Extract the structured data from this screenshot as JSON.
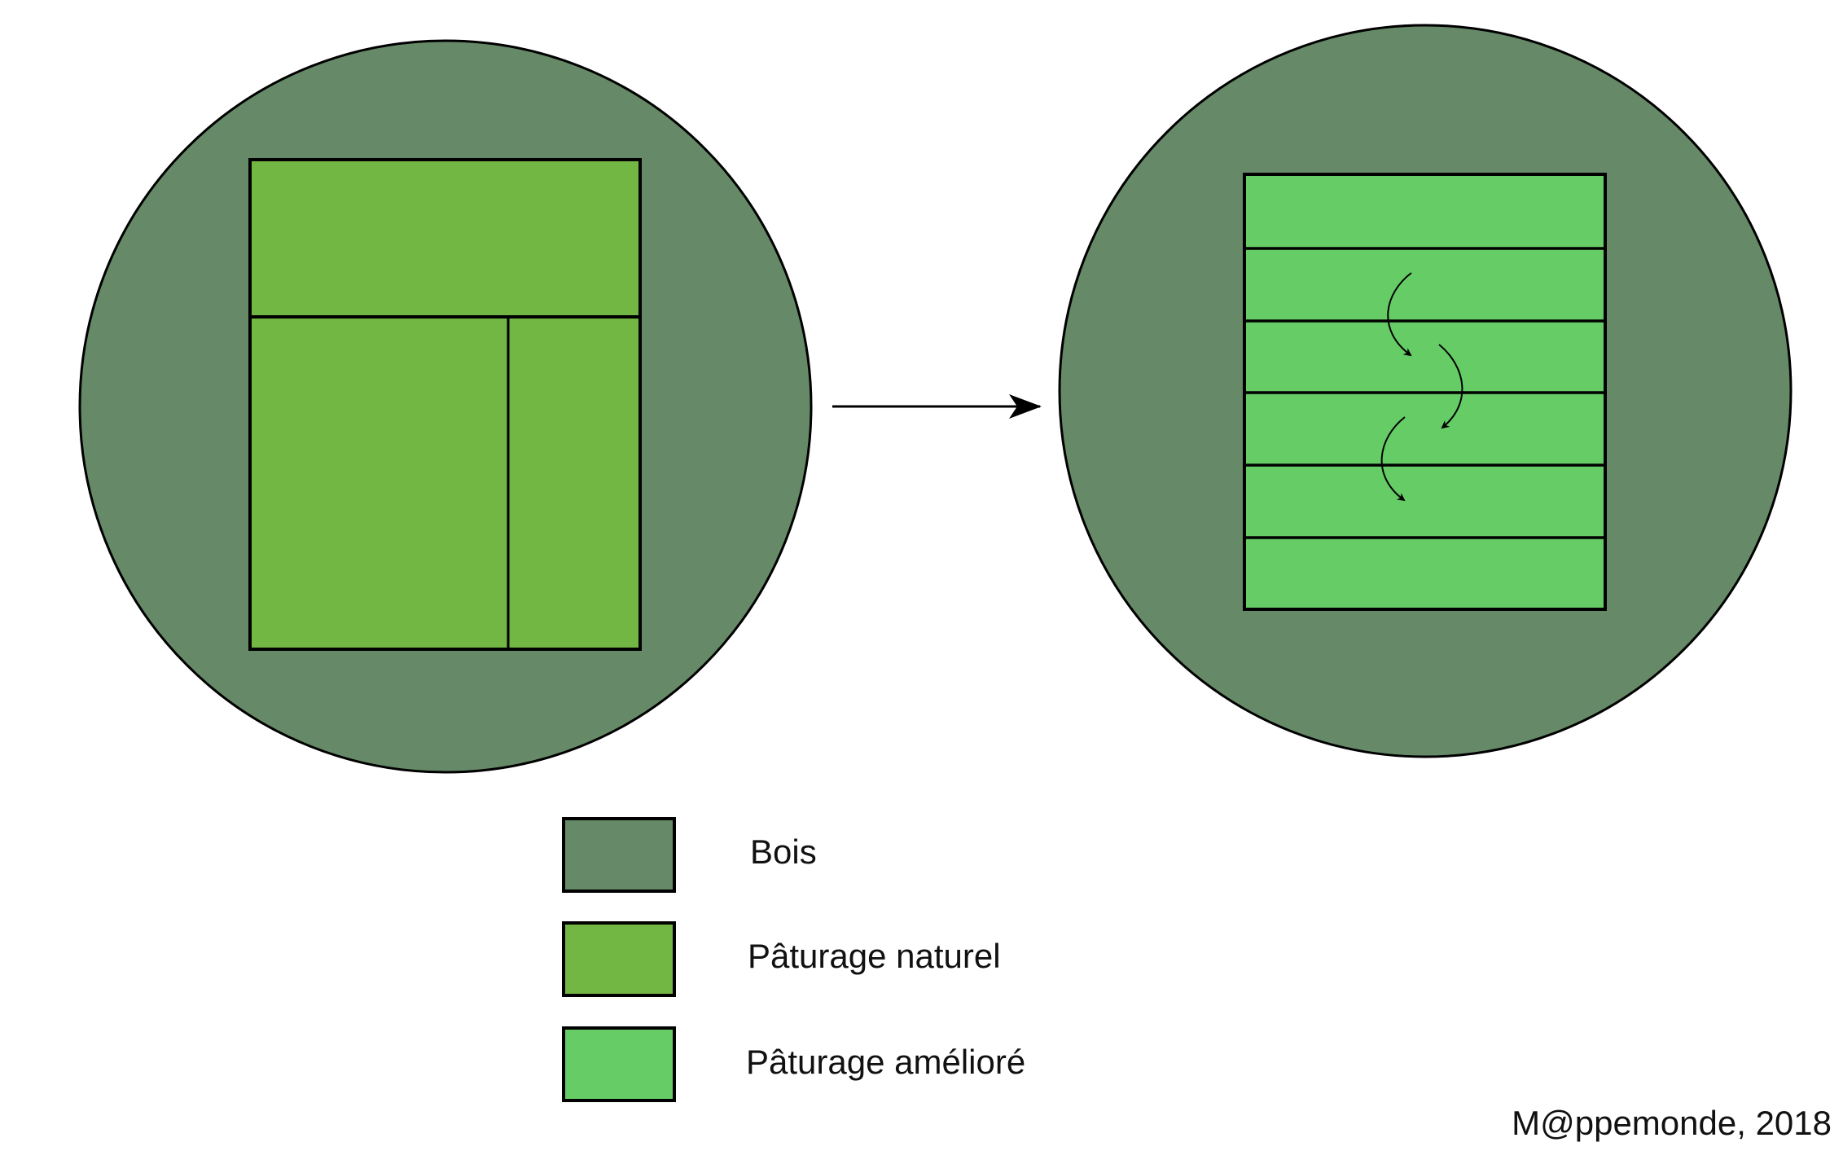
{
  "colors": {
    "bois": "#668a68",
    "paturage_naturel": "#72b644",
    "paturage_ameliore": "#66cc66",
    "stroke": "#000000"
  },
  "diagram": {
    "before": {
      "zone": "bois",
      "parcels": 3,
      "parcel_type": "paturage_naturel"
    },
    "after": {
      "zone": "bois",
      "strips": 6,
      "parcel_type": "paturage_ameliore",
      "rotation_arrows": 3
    },
    "transition_arrow": "arrow-right-icon"
  },
  "legend": [
    {
      "key": "bois",
      "label": "Bois"
    },
    {
      "key": "paturage_naturel",
      "label": "Pâturage naturel"
    },
    {
      "key": "paturage_ameliore",
      "label": "Pâturage amélioré"
    }
  ],
  "credit": "M@ppemonde, 2018"
}
